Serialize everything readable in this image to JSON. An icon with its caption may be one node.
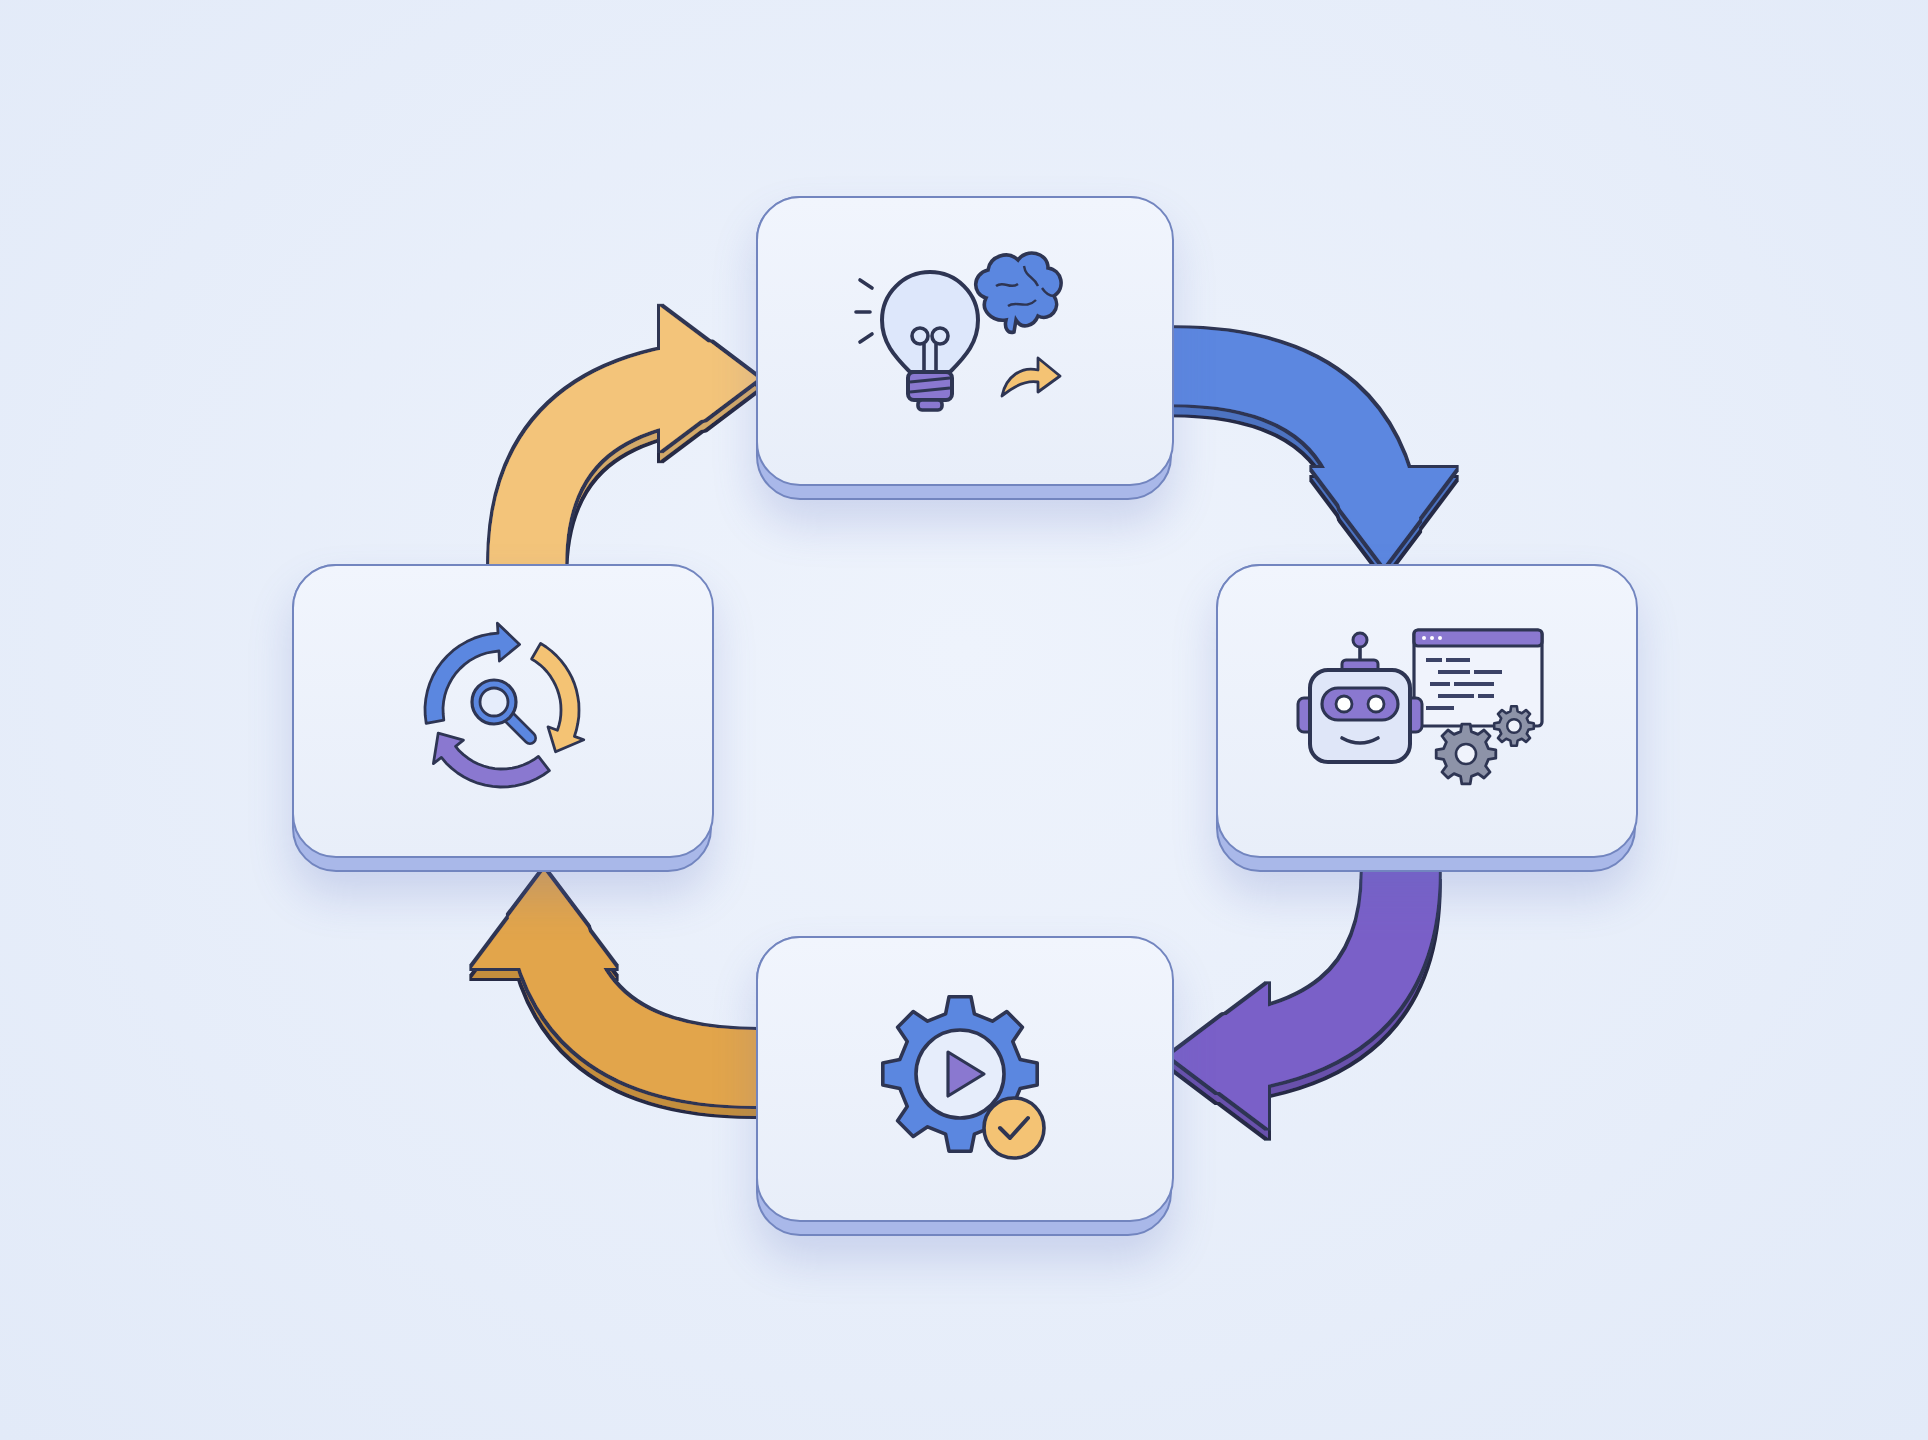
{
  "diagram": {
    "nodes": [
      {
        "text": [],
        "shape": "box"
      },
      {
        "text": [],
        "shape": "box"
      },
      {
        "text": [],
        "shape": "box"
      },
      {
        "text": [],
        "shape": "box"
      }
    ],
    "edges": [
      {
        "from": 0,
        "to": 1,
        "arrow": "to",
        "color": "#5b87e0"
      },
      {
        "from": 1,
        "to": 2,
        "arrow": "to",
        "color": "#7a60c8"
      },
      {
        "from": 2,
        "to": 3,
        "arrow": "to",
        "color": "#e2a54c"
      },
      {
        "from": 3,
        "to": 0,
        "arrow": "to",
        "color": "#f3c47a"
      }
    ]
  }
}
